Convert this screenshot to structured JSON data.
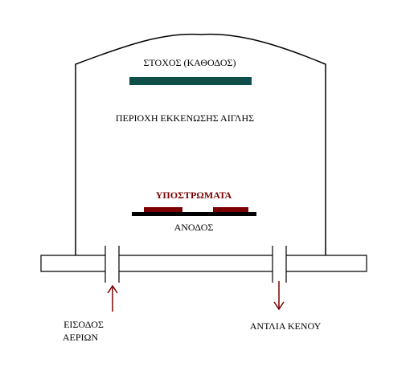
{
  "labels": {
    "target": "ΣΤΟΧΟΣ (ΚΑΘΟΔΟΣ)",
    "discharge_region": "ΠΕΡΙΟΧΗ ΕΚΚΕΝΩΣΗΣ ΑΙΓΛΗΣ",
    "substrates": "ΥΠΟΣΤΡΩΜΑΤΑ",
    "anode": "ΑΝΟΔΟΣ",
    "gas_inlet_line1": "ΕΙΣΟΔΟΣ",
    "gas_inlet_line2": "ΑΕΡΙΩΝ",
    "vacuum_pump": "ΑΝΤΛΙΑ ΚΕΝΟΥ"
  },
  "colors": {
    "outline": "#000000",
    "target": "#0f4f4a",
    "substrates": "#7a0000",
    "arrows": "#7a0000",
    "anode": "#000000"
  }
}
